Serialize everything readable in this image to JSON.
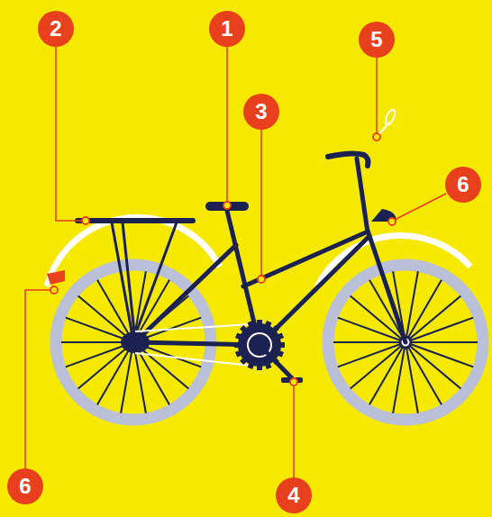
{
  "diagram": {
    "labels": [
      "2",
      "1",
      "5",
      "3",
      "6",
      "6",
      "4"
    ]
  }
}
